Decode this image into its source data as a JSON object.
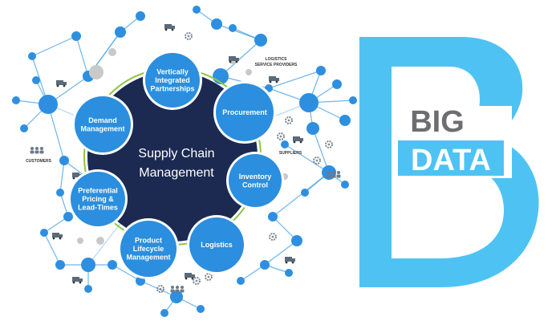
{
  "center": {
    "lines": [
      "Supply Chain",
      "Management"
    ]
  },
  "nodes": [
    {
      "id": "vertically-integrated",
      "lines": [
        "Vertically",
        "Integrated",
        "Partnerships"
      ]
    },
    {
      "id": "procurement",
      "lines": [
        "Procurement"
      ]
    },
    {
      "id": "inventory-control",
      "lines": [
        "Inventory",
        "Control"
      ]
    },
    {
      "id": "logistics",
      "lines": [
        "Logistics"
      ]
    },
    {
      "id": "product-lifecycle",
      "lines": [
        "Product",
        "Lifecycle",
        "Management"
      ]
    },
    {
      "id": "preferential-pricing",
      "lines": [
        "Preferential",
        "Pricing &",
        "Lead-Times"
      ]
    },
    {
      "id": "demand-management",
      "lines": [
        "Demand",
        "Management"
      ]
    }
  ],
  "network_labels": {
    "logistics_providers": [
      "LOGISTICS",
      "SERVICE PROVIDERS"
    ],
    "suppliers": "SUPPLIERS",
    "customers": "CUSTOMERS"
  },
  "brand": {
    "word1": "BIG",
    "word2": "DATA"
  },
  "colors": {
    "primary_blue": "#2e8fe0",
    "node_fill": "#2b8ede",
    "center_fill": "#1c2a52",
    "ring": "#8cc63f",
    "big_b": "#4ec3f3",
    "big_text": "#6d6e71",
    "data_text": "#ffffff",
    "network_line": "#4aa3e8",
    "gray_node": "#c9c9c9"
  },
  "icons": [
    "truck-icon",
    "gear-icon",
    "people-icon",
    "forklift-icon"
  ]
}
